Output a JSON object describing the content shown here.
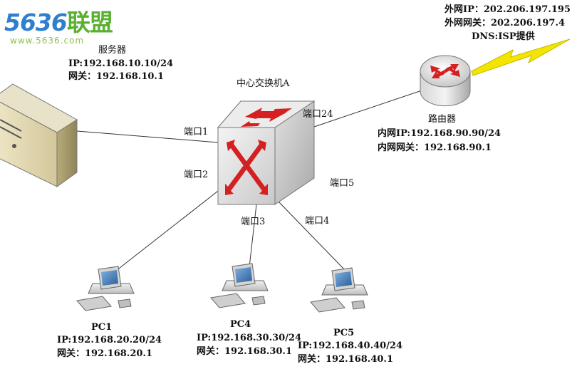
{
  "logo": {
    "main": "5636",
    "cn": "联盟",
    "url": "www.5636.com"
  },
  "switch": {
    "title": "中心交换机A"
  },
  "ports": {
    "p1": "端口1",
    "p2": "端口2",
    "p3": "端口3",
    "p4": "端口4",
    "p5": "端口5",
    "p24": "端口24"
  },
  "server": {
    "name": "服务器",
    "ip": "IP:192.168.10.10/24",
    "gw": "网关：192.168.10.1"
  },
  "router": {
    "name": "路由器",
    "lan_ip": "内网IP:192.168.90.90/24",
    "lan_gw": "内网网关：192.168.90.1",
    "wan_ip": "外网IP：202.206.197.195",
    "wan_gw": "外网网关：202.206.197.4",
    "dns": "DNS:ISP提供"
  },
  "pc1": {
    "name": "PC1",
    "ip": "IP:192.168.20.20/24",
    "gw": "网关：192.168.20.1"
  },
  "pc4": {
    "name": "PC4",
    "ip": "IP:192.168.30.30/24",
    "gw": "网关：192.168.30.1"
  },
  "pc5": {
    "name": "PC5",
    "ip": "IP:192.168.40.40/24",
    "gw": "网关：192.168.40.1"
  },
  "colors": {
    "arrow": "#d42020",
    "bolt": "#f2e600",
    "logo_blue": "#2f7fcf",
    "logo_green": "#5ab030"
  }
}
